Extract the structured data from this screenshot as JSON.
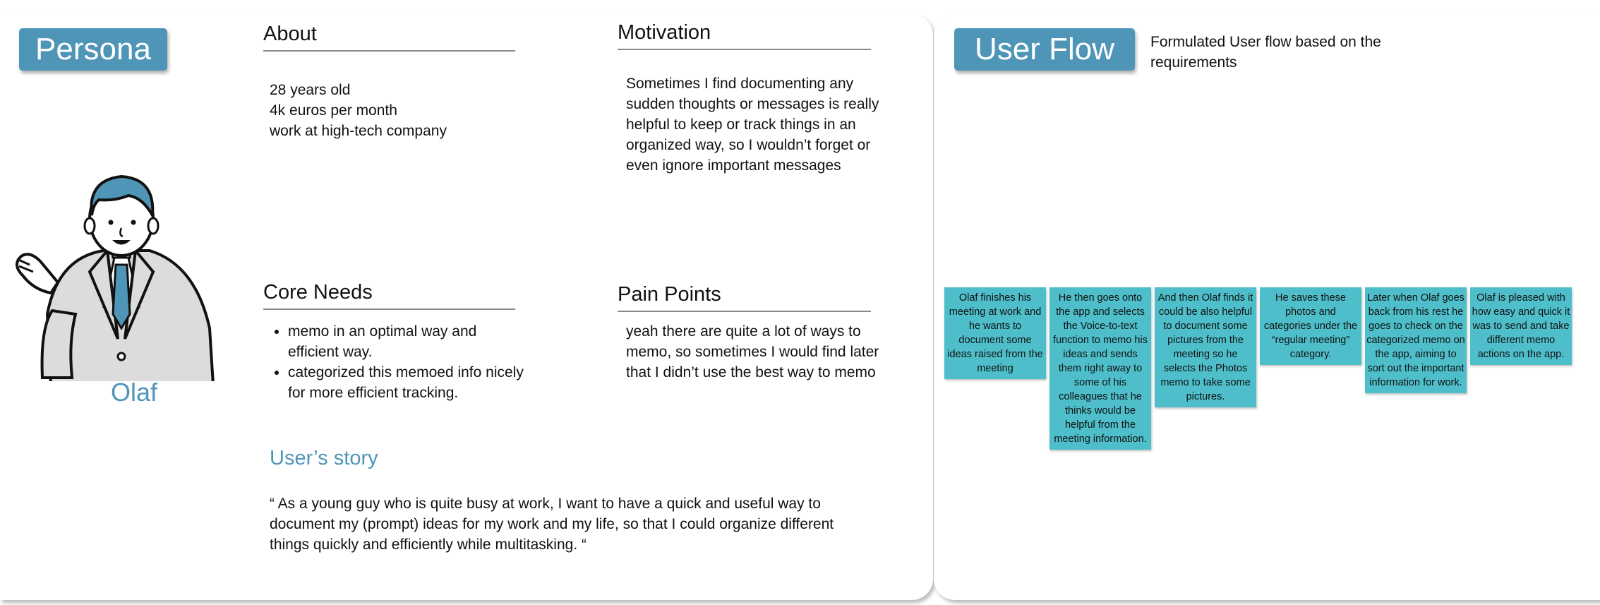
{
  "persona": {
    "title": "Persona",
    "name": "Olaf",
    "about": {
      "heading": "About",
      "lines": [
        "28 years old",
        "4k euros per month",
        "work at high-tech company"
      ]
    },
    "motivation": {
      "heading": "Motivation",
      "text": "Sometimes I find documenting any sudden thoughts or messages is really helpful to keep or track things in an organized way, so I wouldn’t forget or even ignore important messages"
    },
    "core_needs": {
      "heading": "Core Needs",
      "items": [
        "memo in an optimal way and efficient way.",
        "categorized this memoed info nicely for more efficient tracking."
      ]
    },
    "pain_points": {
      "heading": "Pain Points",
      "text": "yeah there are quite a lot of ways to memo, so sometimes I would find later that I didn’t use the best way to memo"
    },
    "story": {
      "heading": "User’s story",
      "text": "“ As a young guy who is quite busy at work, I want to have a quick and useful way to document my (prompt) ideas for my work and my life, so that I could organize different things quickly and efficiently while multitasking. “"
    }
  },
  "flow": {
    "title": "User Flow",
    "caption": "Formulated User flow based on the requirements",
    "steps": [
      "Olaf finishes his meeting at work and he wants to document some ideas raised from the meeting",
      "He then goes onto the app and selects the Voice-to-text function to memo his ideas and sends them right away to some of his colleagues that he thinks would be helpful from the meeting information.",
      "And then Olaf finds it could be also helpful to document some pictures from the meeting so he selects the Photos memo to take some pictures.",
      "He saves these photos and categories under the “regular meeting” category.",
      "Later when Olaf goes back from his rest he goes to check on the categorized memo on the app, aiming to sort out the important information for work.",
      "Olaf is pleased with how easy and quick it was to send and take different memo actions on the app."
    ]
  },
  "colors": {
    "accent": "#4f95b8",
    "card": "#4ebfca"
  }
}
